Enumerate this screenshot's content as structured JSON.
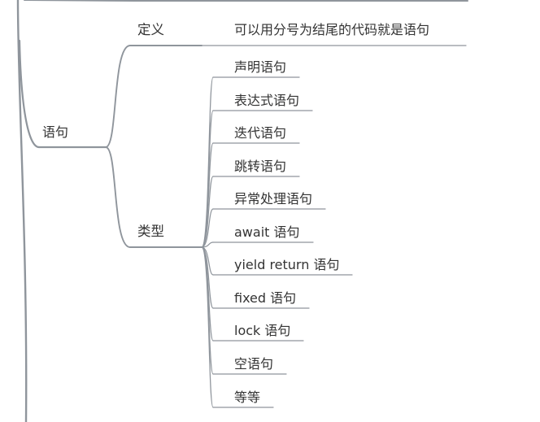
{
  "mindmap": {
    "branch": "语句",
    "children": [
      {
        "label": "定义",
        "children": [
          "可以用分号为结尾的代码就是语句"
        ]
      },
      {
        "label": "类型",
        "children": [
          "声明语句",
          "表达式语句",
          "迭代语句",
          "跳转语句",
          "异常处理语句",
          "await 语句",
          "yield return 语句",
          "fixed 语句",
          "lock 语句",
          "空语句",
          "等等"
        ]
      }
    ]
  },
  "colors": {
    "line": "#8f959c",
    "text": "#333333",
    "background": "#ffffff"
  }
}
